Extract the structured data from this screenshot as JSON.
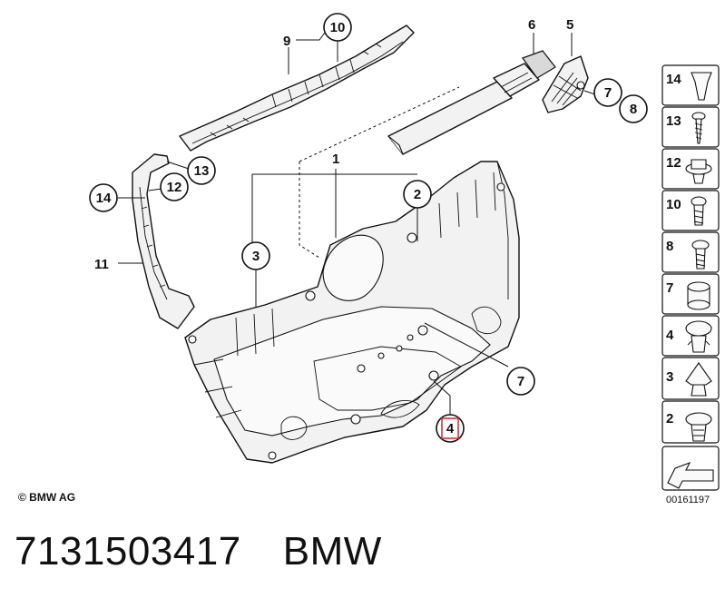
{
  "callouts": [
    "1",
    "2",
    "3",
    "4",
    "5",
    "6",
    "7",
    "8",
    "9",
    "10",
    "11",
    "12",
    "13",
    "14"
  ],
  "legend": {
    "numbers": [
      "14",
      "13",
      "12",
      "10",
      "8",
      "7",
      "4",
      "3",
      "2"
    ],
    "diagram_number": "00161197"
  },
  "copyright": "© BMW AG",
  "caption": {
    "part_number": "7131503417",
    "brand": "BMW"
  },
  "highlight_color": "#e0303a"
}
